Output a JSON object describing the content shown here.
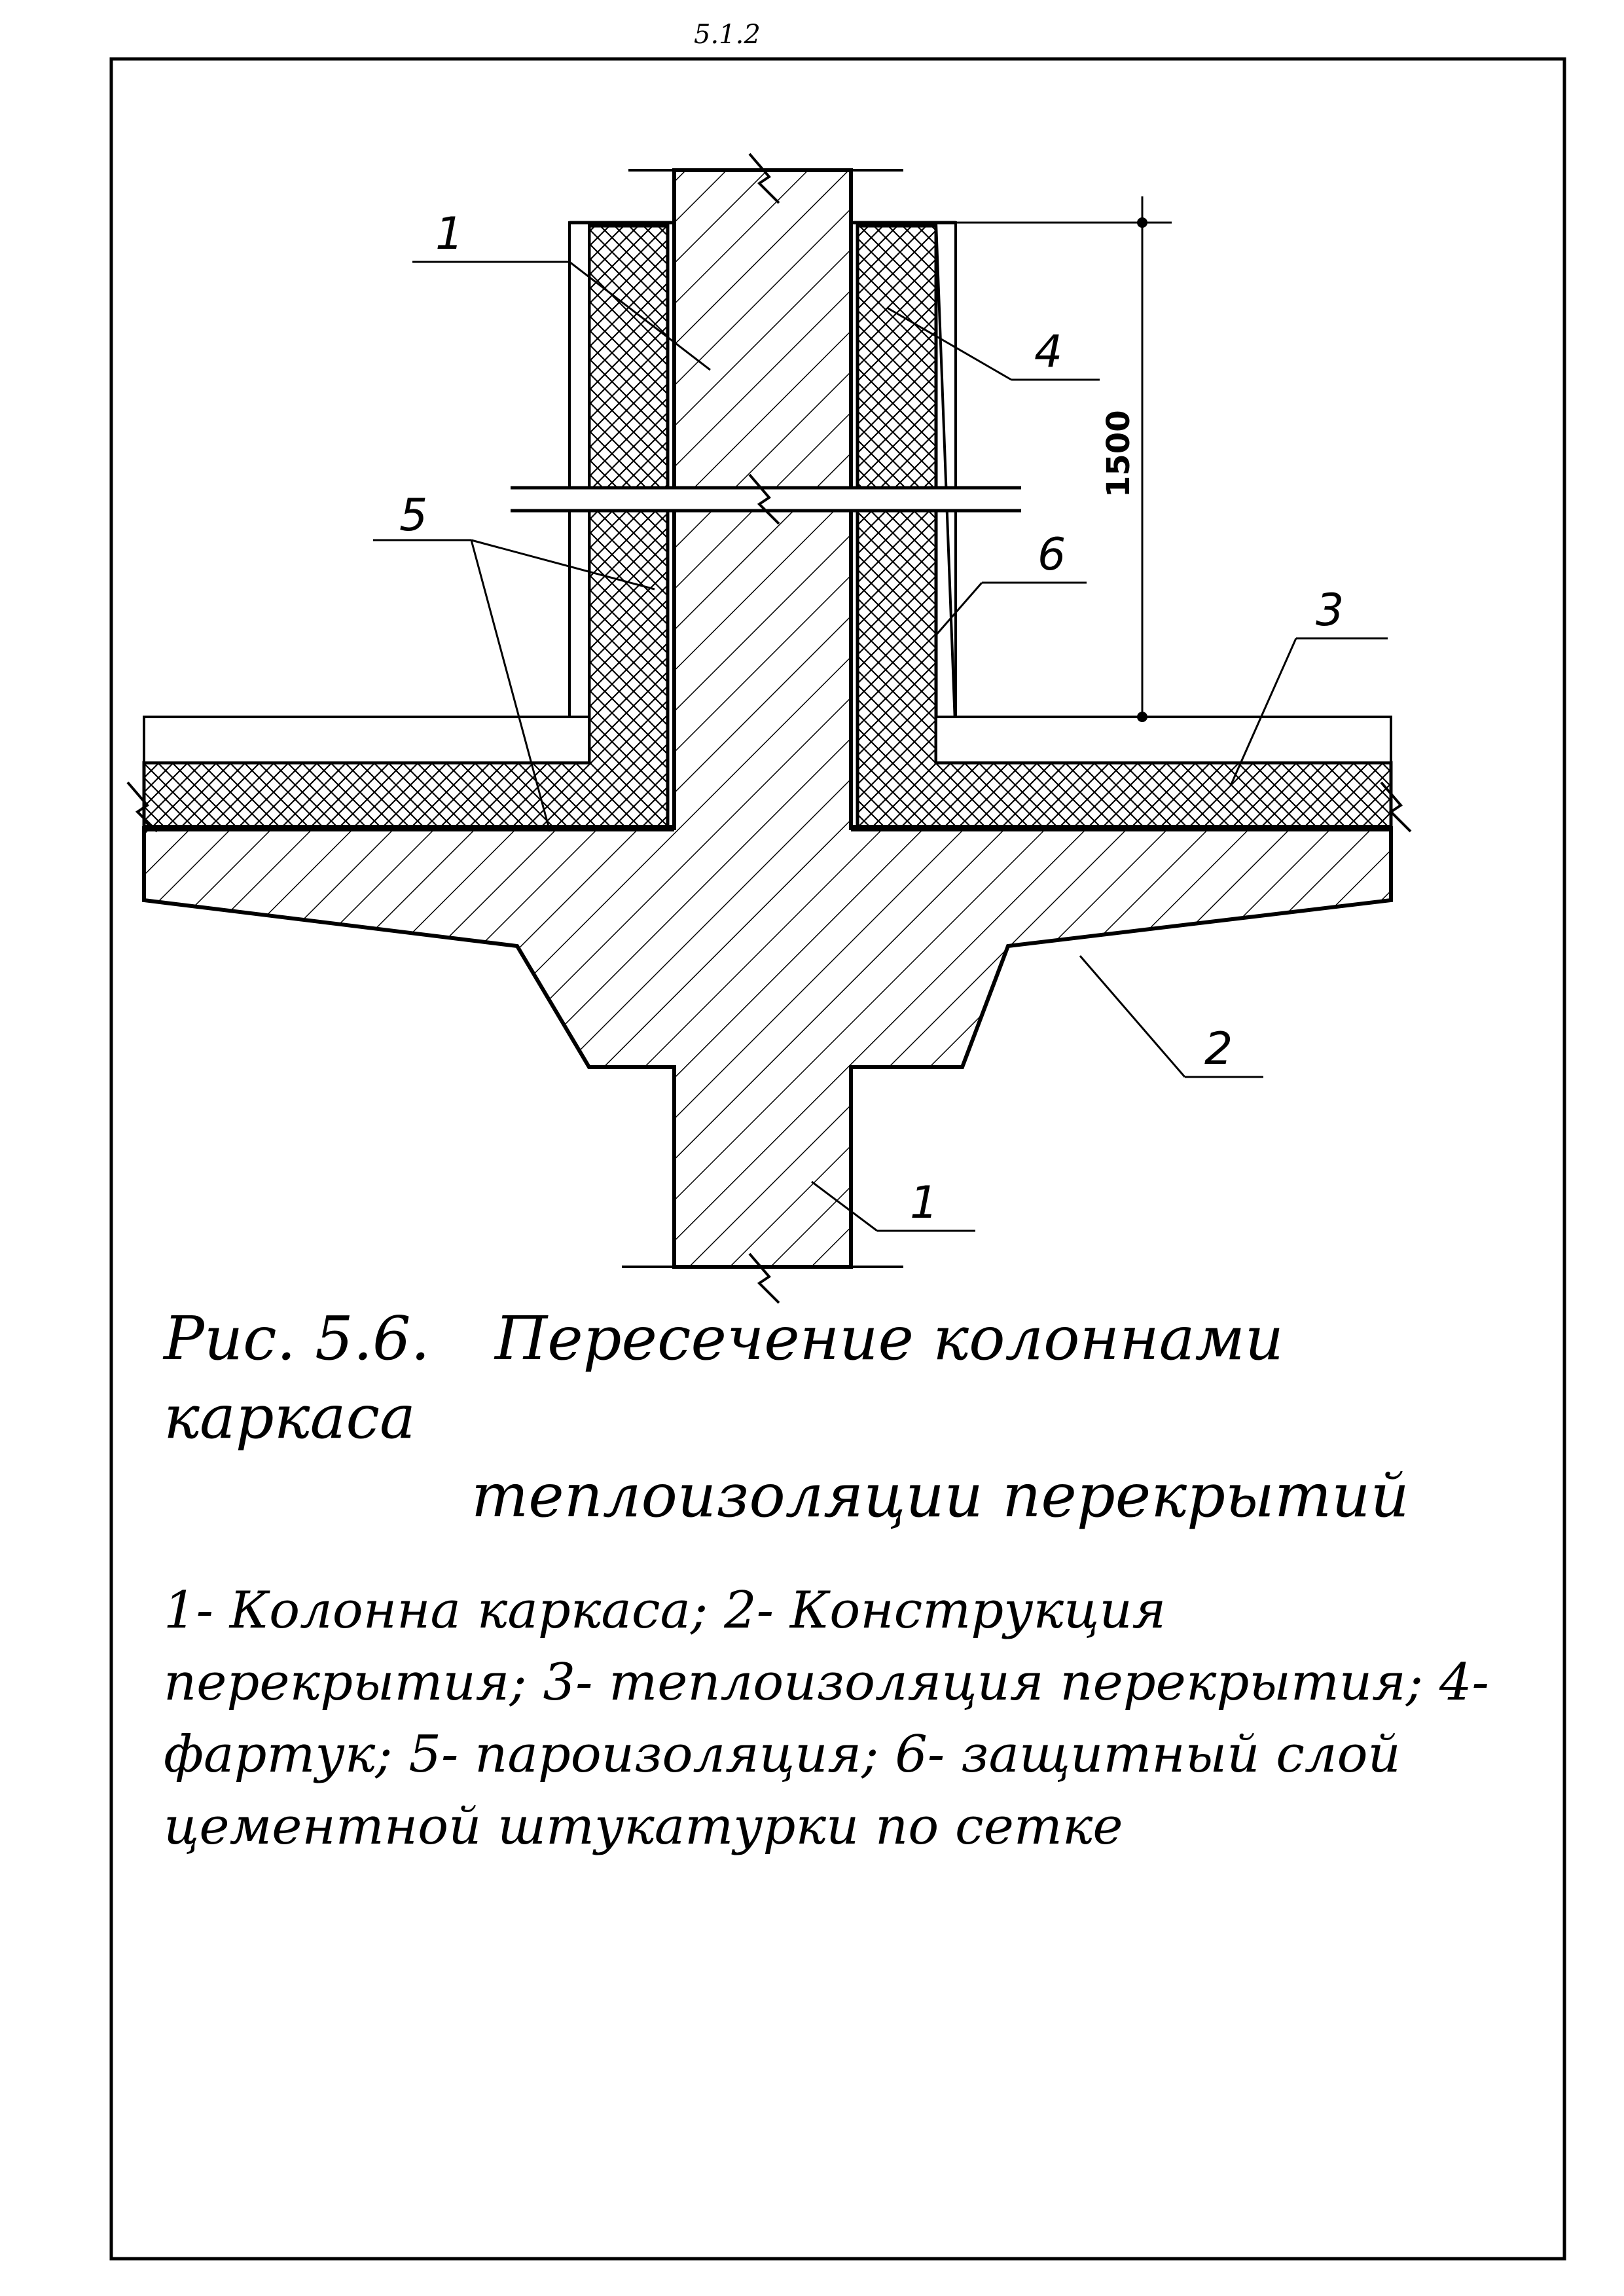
{
  "page_number": "5.1.2",
  "figure": {
    "label": "Рис. 5.6.",
    "title_line1": "Пересечение колоннами каркаса",
    "title_line2": "теплоизоляции перекрытий"
  },
  "dimension": "1500",
  "callouts": {
    "c1_top": "1",
    "c4": "4",
    "c5": "5",
    "c6": "6",
    "c3": "3",
    "c2": "2",
    "c1_bottom": "1"
  },
  "legend": [
    "1- Колонна каркаса;",
    "2- Конструкция перекрытия;",
    "3- теплоизоляция перекрытия;",
    "4- фартук;",
    "5- пароизоляция;",
    "6- защитный слой цементной штукатурки по сетке"
  ],
  "colors": {
    "ink": "#000000",
    "paper": "#ffffff"
  }
}
